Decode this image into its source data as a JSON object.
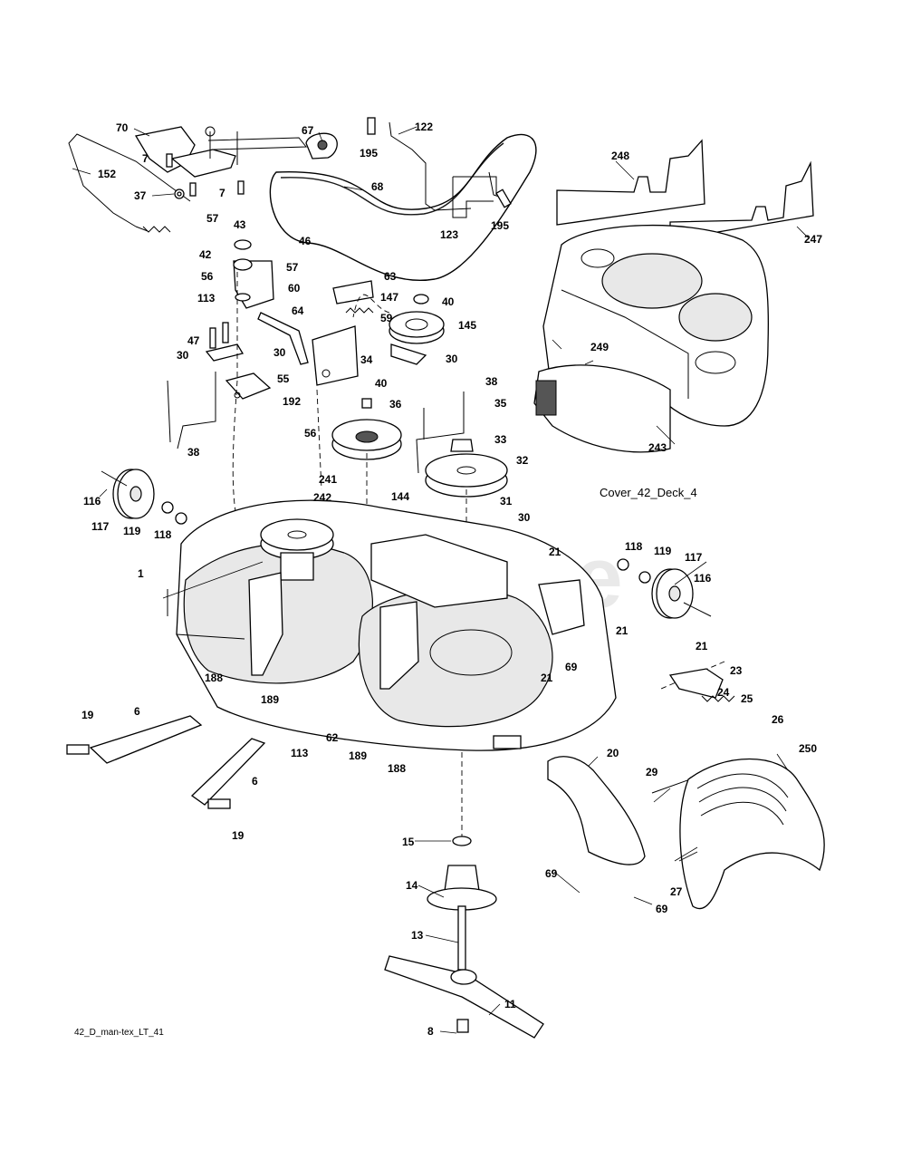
{
  "diagram": {
    "cover_caption": "Cover_42_Deck_4",
    "footer_code": "42_D_man-tex_LT_41",
    "watermark_text": "PartsTree",
    "callouts": [
      {
        "id": "c70",
        "label": "70"
      },
      {
        "id": "c67",
        "label": "67"
      },
      {
        "id": "c122",
        "label": "122"
      },
      {
        "id": "c195a",
        "label": "195"
      },
      {
        "id": "c7a",
        "label": "7"
      },
      {
        "id": "c7b",
        "label": "7"
      },
      {
        "id": "c152",
        "label": "152"
      },
      {
        "id": "c37",
        "label": "37"
      },
      {
        "id": "c68",
        "label": "68"
      },
      {
        "id": "c123",
        "label": "123"
      },
      {
        "id": "c195b",
        "label": "195"
      },
      {
        "id": "c248",
        "label": "248"
      },
      {
        "id": "c247",
        "label": "247"
      },
      {
        "id": "c57a",
        "label": "57"
      },
      {
        "id": "c43",
        "label": "43"
      },
      {
        "id": "c42",
        "label": "42"
      },
      {
        "id": "c46",
        "label": "46"
      },
      {
        "id": "c57b",
        "label": "57"
      },
      {
        "id": "c63",
        "label": "63"
      },
      {
        "id": "c56a",
        "label": "56"
      },
      {
        "id": "c60",
        "label": "60"
      },
      {
        "id": "c147",
        "label": "147"
      },
      {
        "id": "c40a",
        "label": "40"
      },
      {
        "id": "c113a",
        "label": "113"
      },
      {
        "id": "c64",
        "label": "64"
      },
      {
        "id": "c59",
        "label": "59"
      },
      {
        "id": "c145",
        "label": "145"
      },
      {
        "id": "c47",
        "label": "47"
      },
      {
        "id": "c30a",
        "label": "30"
      },
      {
        "id": "c30b",
        "label": "30"
      },
      {
        "id": "c55",
        "label": "55"
      },
      {
        "id": "c34",
        "label": "34"
      },
      {
        "id": "c30c",
        "label": "30"
      },
      {
        "id": "c38a",
        "label": "38"
      },
      {
        "id": "c249",
        "label": "249"
      },
      {
        "id": "c192",
        "label": "192"
      },
      {
        "id": "c40b",
        "label": "40"
      },
      {
        "id": "c35",
        "label": "35"
      },
      {
        "id": "c36",
        "label": "36"
      },
      {
        "id": "c56b",
        "label": "56"
      },
      {
        "id": "c38b",
        "label": "38"
      },
      {
        "id": "c33",
        "label": "33"
      },
      {
        "id": "c243",
        "label": "243"
      },
      {
        "id": "c32",
        "label": "32"
      },
      {
        "id": "c241",
        "label": "241"
      },
      {
        "id": "c116a",
        "label": "116"
      },
      {
        "id": "c144",
        "label": "144"
      },
      {
        "id": "c242",
        "label": "242"
      },
      {
        "id": "c31",
        "label": "31"
      },
      {
        "id": "c117a",
        "label": "117"
      },
      {
        "id": "c119a",
        "label": "119"
      },
      {
        "id": "c118a",
        "label": "118"
      },
      {
        "id": "c30d",
        "label": "30"
      },
      {
        "id": "c118b",
        "label": "118"
      },
      {
        "id": "c119b",
        "label": "119"
      },
      {
        "id": "c117b",
        "label": "117"
      },
      {
        "id": "c21a",
        "label": "21"
      },
      {
        "id": "c1",
        "label": "1"
      },
      {
        "id": "c116b",
        "label": "116"
      },
      {
        "id": "c21b",
        "label": "21"
      },
      {
        "id": "c69a",
        "label": "69"
      },
      {
        "id": "c21c",
        "label": "21"
      },
      {
        "id": "c23",
        "label": "23"
      },
      {
        "id": "c188a",
        "label": "188"
      },
      {
        "id": "c189a",
        "label": "189"
      },
      {
        "id": "c21d",
        "label": "21"
      },
      {
        "id": "c24",
        "label": "24"
      },
      {
        "id": "c25",
        "label": "25"
      },
      {
        "id": "c19a",
        "label": "19"
      },
      {
        "id": "c6a",
        "label": "6"
      },
      {
        "id": "c62",
        "label": "62"
      },
      {
        "id": "c113b",
        "label": "113"
      },
      {
        "id": "c189b",
        "label": "189"
      },
      {
        "id": "c188b",
        "label": "188"
      },
      {
        "id": "c26",
        "label": "26"
      },
      {
        "id": "c250",
        "label": "250"
      },
      {
        "id": "c20",
        "label": "20"
      },
      {
        "id": "c6b",
        "label": "6"
      },
      {
        "id": "c29",
        "label": "29"
      },
      {
        "id": "c19b",
        "label": "19"
      },
      {
        "id": "c15",
        "label": "15"
      },
      {
        "id": "c14",
        "label": "14"
      },
      {
        "id": "c69b",
        "label": "69"
      },
      {
        "id": "c27",
        "label": "27"
      },
      {
        "id": "c69c",
        "label": "69"
      },
      {
        "id": "c13",
        "label": "13"
      },
      {
        "id": "c11",
        "label": "11"
      },
      {
        "id": "c8",
        "label": "8"
      }
    ]
  }
}
